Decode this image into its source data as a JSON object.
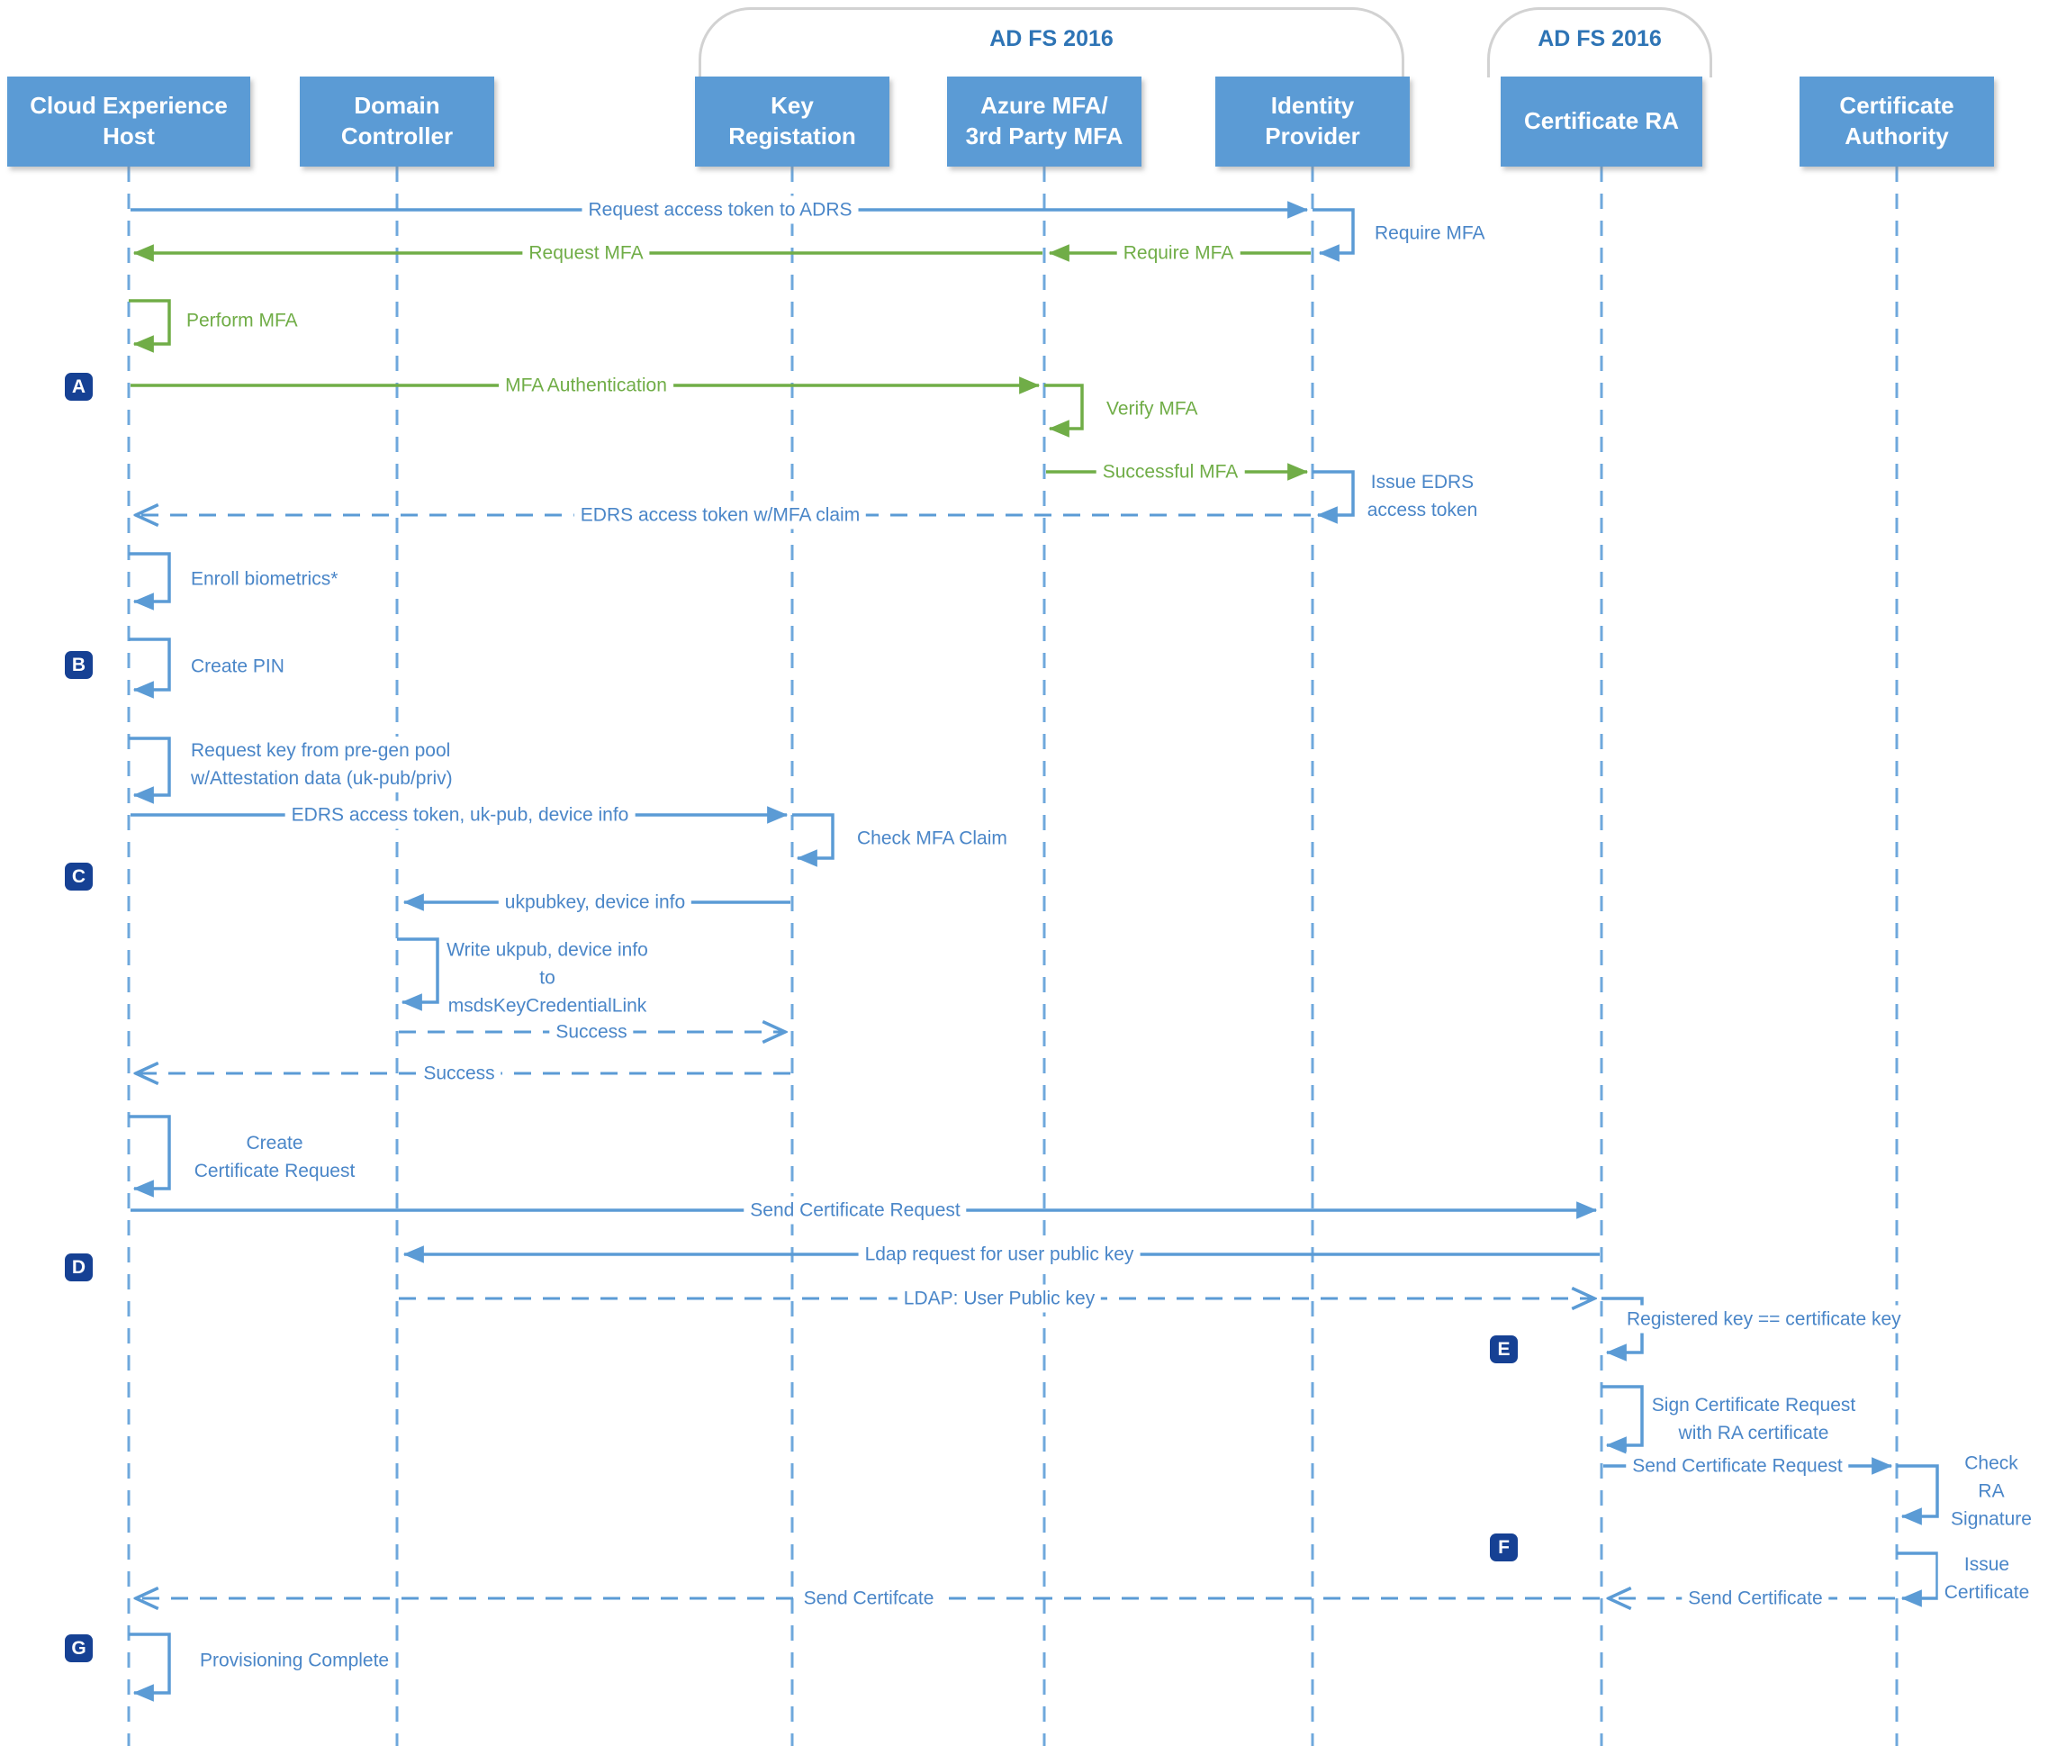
{
  "groups": [
    {
      "label": "AD FS 2016"
    },
    {
      "label": "AD FS 2016"
    }
  ],
  "actors": [
    {
      "id": "cloud-experience-host",
      "label": "Cloud Experience\nHost"
    },
    {
      "id": "domain-controller",
      "label": "Domain\nController"
    },
    {
      "id": "key-registration",
      "label": "Key\nRegistation"
    },
    {
      "id": "azure-mfa",
      "label": "Azure MFA/\n3rd Party MFA"
    },
    {
      "id": "identity-provider",
      "label": "Identity\nProvider"
    },
    {
      "id": "certificate-ra",
      "label": "Certificate RA"
    },
    {
      "id": "certificate-authority",
      "label": "Certificate\nAuthority"
    }
  ],
  "markers": {
    "a": "A",
    "b": "B",
    "c": "C",
    "d": "D",
    "e": "E",
    "f": "F",
    "g": "G"
  },
  "messages": {
    "request_access_token": "Request access token to ADRS",
    "require_mfa_self": "Require MFA",
    "require_mfa_green": "Require MFA",
    "request_mfa": "Request MFA",
    "perform_mfa": "Perform MFA",
    "mfa_authentication": "MFA Authentication",
    "verify_mfa": "Verify MFA",
    "successful_mfa": "Successful MFA",
    "issue_edrs": "Issue EDRS\naccess token",
    "edrs_token_claim": "EDRS access token w/MFA claim",
    "enroll_biometrics": "Enroll biometrics*",
    "create_pin": "Create PIN",
    "request_key": "Request key from pre-gen pool\nw/Attestation data (uk-pub/priv)",
    "edrs_ukpub_device": "EDRS access token, uk-pub, device info",
    "check_mfa_claim": "Check MFA Claim",
    "ukpubkey_device": "ukpubkey, device info",
    "write_ukpub": "Write ukpub, device info\nto\nmsdsKeyCredentialLink",
    "success_to_keyreg": "Success",
    "success_to_ceh": "Success",
    "create_cert_request": "Create\nCertificate Request",
    "send_cert_request_ra": "Send Certificate Request",
    "ldap_request": "Ldap request for user public key",
    "ldap_user_public_key": "LDAP: User Public key",
    "registered_key": "Registered key == certificate key",
    "sign_cert_request": "Sign Certificate Request\nwith RA certificate",
    "send_cert_request_ca": "Send Certificate Request",
    "check_ra_signature": "Check\nRA Signature",
    "issue_certificate": "Issue\nCertificate",
    "send_certificate": "Send Certificate",
    "send_certifcate": "Send Certifcate",
    "provisioning_complete": "Provisioning Complete"
  },
  "colors": {
    "actor_fill": "#5B9BD5",
    "blue_line": "#5B9BD5",
    "lifeline": "#6FA8DC",
    "green_line": "#70AD47",
    "blue_text": "#4A86C8",
    "green_text": "#70AD47",
    "marker_bg": "#164194",
    "group_text": "#2E74B5",
    "bracket_border": "#d2d2d2"
  }
}
